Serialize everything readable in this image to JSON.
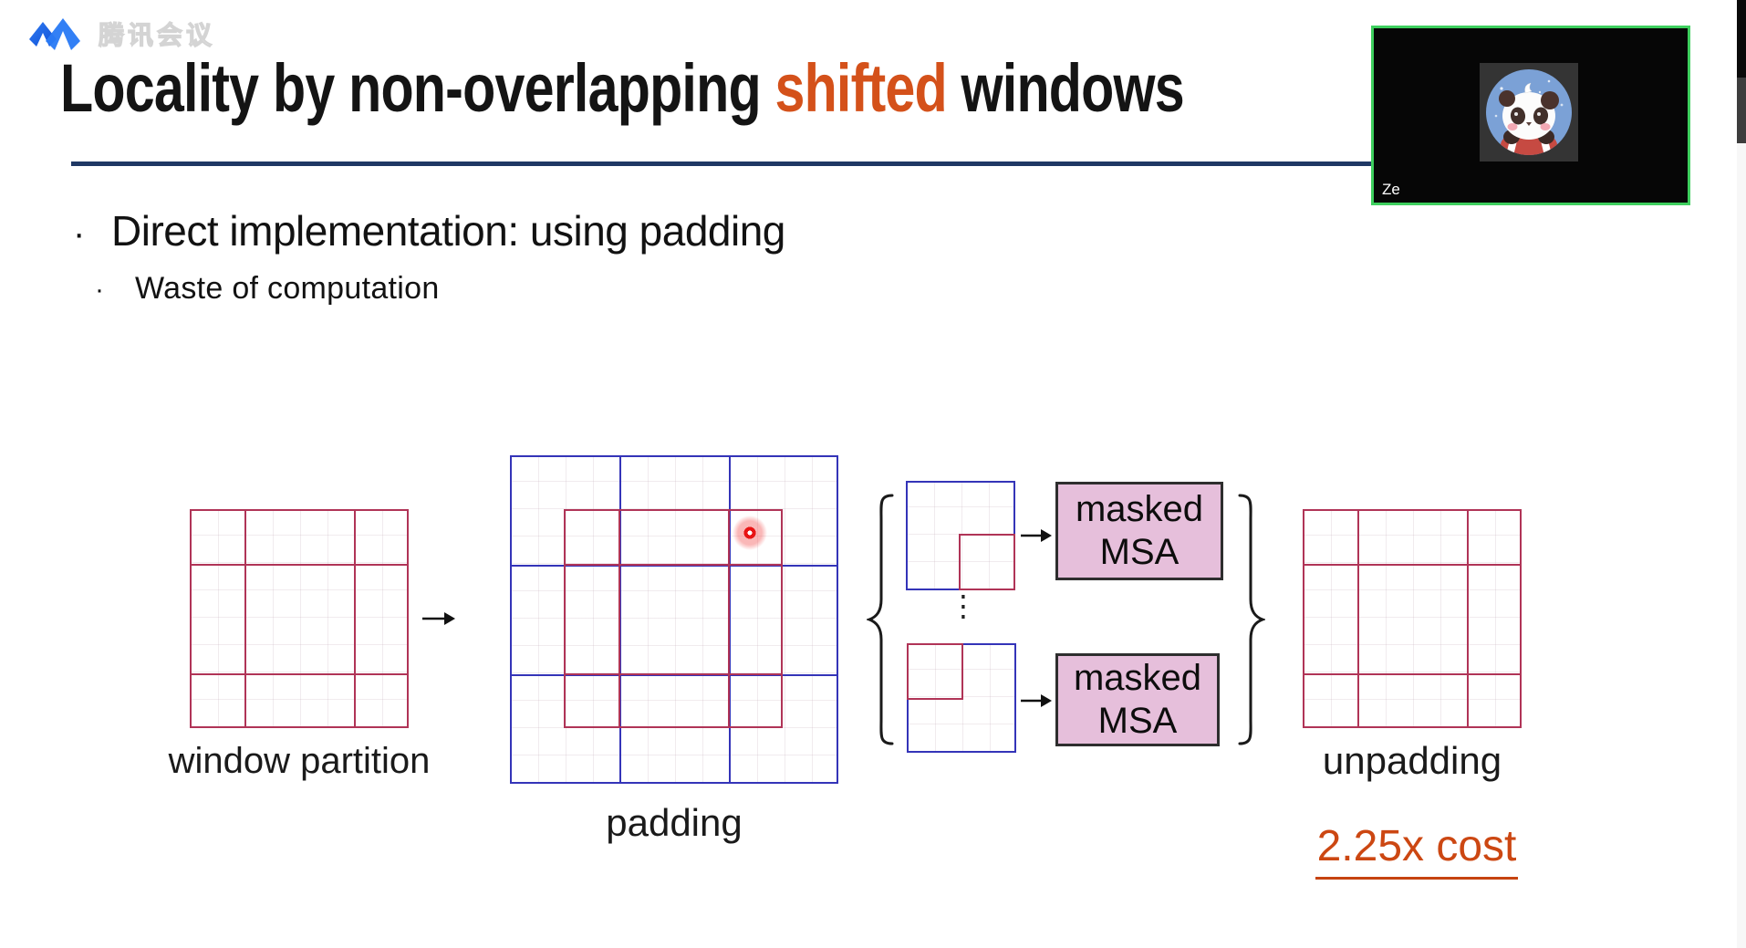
{
  "meeting_app": {
    "logo_icon": "tencent-meeting-logo",
    "logo_text": "腾讯会议"
  },
  "video_overlay": {
    "participant_name": "Ze",
    "avatar": "panda-avatar",
    "border_color": "#3ecf5e"
  },
  "slide": {
    "title": {
      "pre": "Locality by non-overlapping ",
      "highlight": "shifted",
      "post": " windows",
      "highlight_color": "#d4511a"
    },
    "rule_color": "#1f3864",
    "bullets": {
      "marker": "·",
      "main": "Direct implementation: using padding",
      "sub": "Waste of computation"
    },
    "diagram": {
      "labels": {
        "window_partition": "window partition",
        "padding": "padding",
        "unpadding": "unpadding"
      },
      "msa_boxes": [
        {
          "line1": "masked",
          "line2": "MSA"
        },
        {
          "line1": "masked",
          "line2": "MSA"
        }
      ],
      "dots": "⋮",
      "cost_note": "2.25x cost",
      "colors": {
        "window_grid": "#b03457",
        "padding_grid": "#3434b8",
        "msa_fill": "#e6bfdb",
        "cost_color": "#cc4712",
        "laser_pointer": "#e81414"
      }
    }
  }
}
